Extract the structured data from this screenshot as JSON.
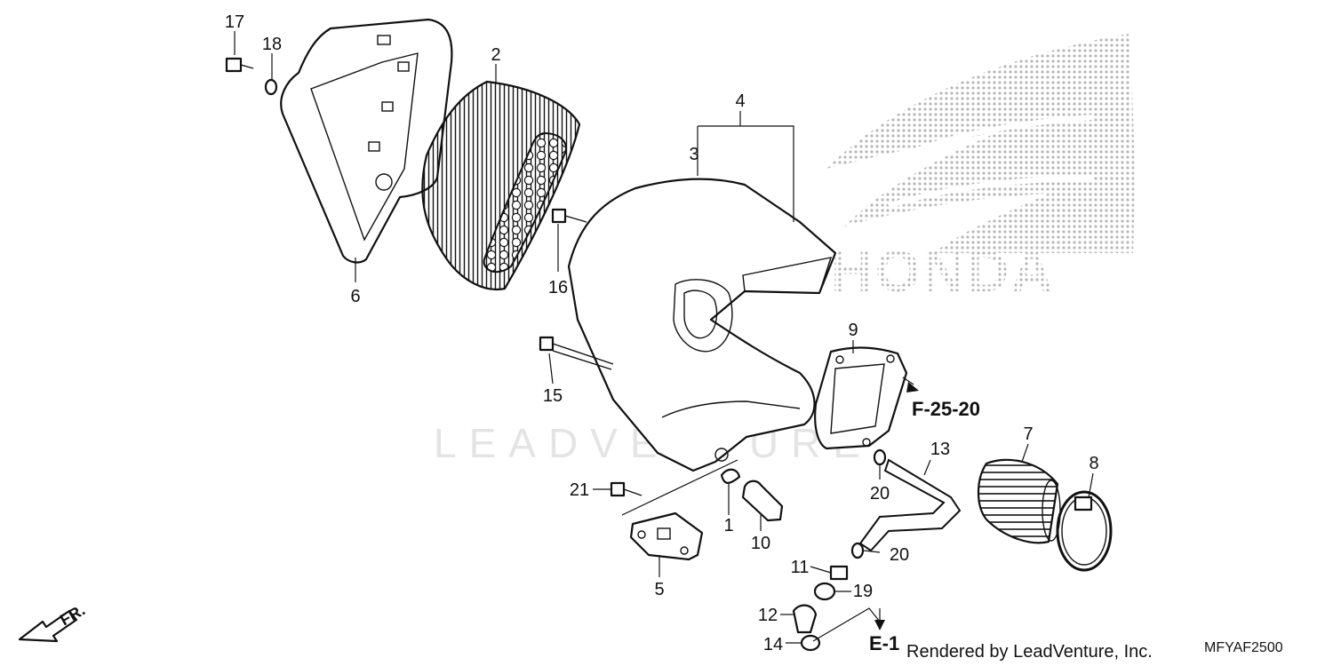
{
  "part_numbers": {
    "p1": "1",
    "p2": "2",
    "p3": "3",
    "p4": "4",
    "p5": "5",
    "p6": "6",
    "p7": "7",
    "p8": "8",
    "p9": "9",
    "p10": "10",
    "p11": "11",
    "p12": "12",
    "p13": "13",
    "p14": "14",
    "p15": "15",
    "p16": "16",
    "p17": "17",
    "p18": "18",
    "p19": "19",
    "p20a": "20",
    "p20b": "20",
    "p21": "21"
  },
  "references": {
    "f2520": "F-25-20",
    "e1": "E-1"
  },
  "logo_text": "HONDA",
  "watermark": "LEADVENTURE",
  "credit": "Rendered by LeadVenture, Inc.",
  "diagram_code": "MFYAF2500",
  "direction_label": "FR.",
  "colors": {
    "line": "#111111",
    "logo_dots": "#bdbdbd",
    "watermark": "#e4e4e4"
  }
}
